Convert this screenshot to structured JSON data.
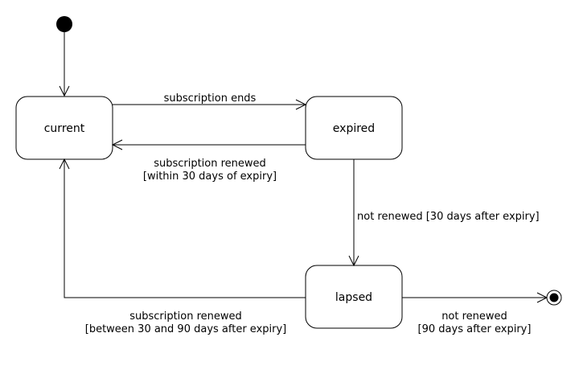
{
  "diagram": {
    "states": {
      "current": "current",
      "expired": "expired",
      "lapsed": "lapsed"
    },
    "transitions": {
      "current_to_expired": "subscription ends",
      "expired_to_current_line1": "subscription renewed",
      "expired_to_current_line2": "[within 30 days of expiry]",
      "expired_to_lapsed": "not renewed [30 days after expiry]",
      "lapsed_to_current_line1": "subscription renewed",
      "lapsed_to_current_line2": "[between 30 and 90 days after expiry]",
      "lapsed_to_final_line1": "not renewed",
      "lapsed_to_final_line2": "[90 days after expiry]"
    },
    "colors": {
      "stroke": "#000000",
      "background": "#ffffff"
    }
  }
}
